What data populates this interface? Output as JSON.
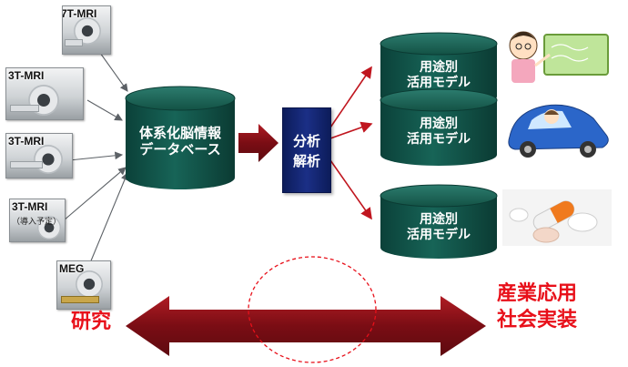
{
  "inputs": [
    {
      "label": "7T-MRI"
    },
    {
      "label": "3T-MRI"
    },
    {
      "label": "3T-MRI"
    },
    {
      "label": "3T-MRI",
      "note": "（導入予定）"
    },
    {
      "label": "MEG"
    }
  ],
  "database": {
    "line1": "体系化脳情報",
    "line2": "データベース"
  },
  "analysis": {
    "line1": "分析",
    "line2": "解析"
  },
  "models": [
    {
      "line1": "用途別",
      "line2": "活用モデル"
    },
    {
      "line1": "用途別",
      "line2": "活用モデル"
    },
    {
      "line1": "用途別",
      "line2": "活用モデル"
    }
  ],
  "illustrations": [
    "teacher-chalkboard-illustration",
    "driver-car-illustration",
    "medicine-pills-illustration"
  ],
  "bottom": {
    "left_label": "研究",
    "right_line1": "産業応用",
    "right_line2": "社会実装"
  },
  "colors": {
    "cylinder": "#0f5449",
    "box": "#1b2f86",
    "arrow": "#8b1118",
    "accent": "#e8101a"
  }
}
